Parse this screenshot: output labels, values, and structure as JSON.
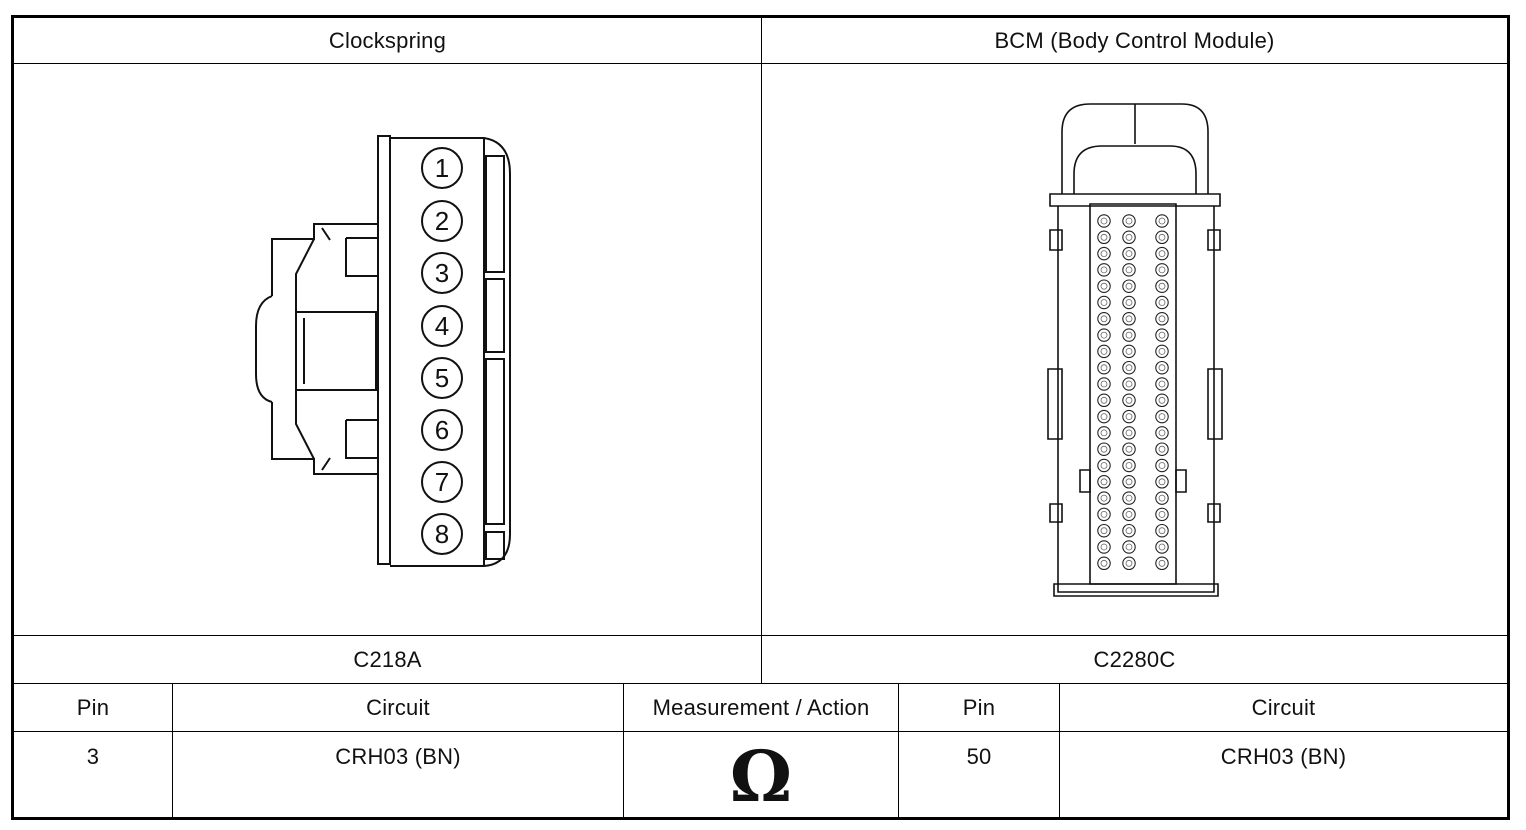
{
  "header": {
    "left_title": "Clockspring",
    "right_title": "BCM (Body Control Module)"
  },
  "connectors": {
    "left_id": "C218A",
    "right_id": "C2280C",
    "left_pins": [
      "1",
      "2",
      "3",
      "4",
      "5",
      "6",
      "7",
      "8"
    ]
  },
  "table": {
    "headers": [
      "Pin",
      "Circuit",
      "Measurement / Action",
      "Pin",
      "Circuit"
    ],
    "row": {
      "pin_a": "3",
      "circuit_a": "CRH03 (BN)",
      "measurement": "Ω",
      "pin_b": "50",
      "circuit_b": "CRH03 (BN)"
    }
  },
  "icons": {
    "measurement_icon": "ohm-resistance-icon"
  }
}
